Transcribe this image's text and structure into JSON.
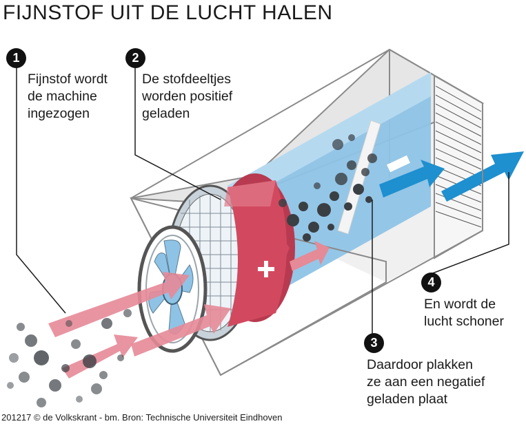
{
  "title": "FIJNSTOF UIT DE LUCHT HALEN",
  "steps": [
    {
      "number": "1",
      "lines": [
        "Fijnstof wordt",
        "de machine",
        "ingezogen"
      ]
    },
    {
      "number": "2",
      "lines": [
        "De stofdeeltjes",
        "worden positief",
        "geladen"
      ]
    },
    {
      "number": "3",
      "lines": [
        "Daardoor plakken",
        "ze aan een negatief",
        "geladen plaat"
      ]
    },
    {
      "number": "4",
      "lines": [
        "En wordt de",
        "lucht schoner"
      ]
    }
  ],
  "charge_plus": "+",
  "charge_minus": "–",
  "credit": "201217 © de Volkskrant - bm. Bron: Technische Universiteit Eindhoven",
  "colors": {
    "box_line": "#8a8a8a",
    "box_fill": "#e6e6e6",
    "tube_blue": "#8ec3e6",
    "ring_red": "#d2495f",
    "arrow_pink": "#e58a97",
    "arrow_blue": "#1e8fcf",
    "particle": "#3a3f44"
  }
}
